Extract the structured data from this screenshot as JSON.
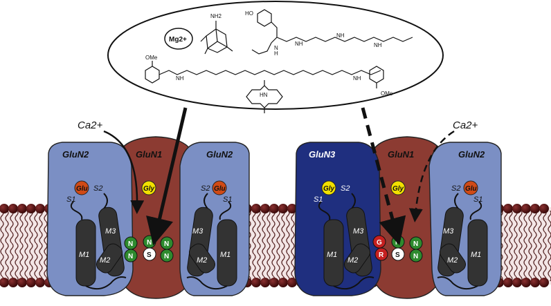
{
  "colors": {
    "glun2": "#7b8fc4",
    "glun1": "#8c3b32",
    "glun3": "#1f2f7f",
    "membrane": "#5c1a1a",
    "glu_ball": "#d04a16",
    "gly_ball": "#f2e000",
    "n_ball": "#2e8a2e",
    "s_ball": "#ffffff",
    "gr_ball": "#c62020",
    "helix": "#333333"
  },
  "ions": {
    "left": "Ca2+",
    "right": "Ca2+"
  },
  "blockers": {
    "mg_label": "Mg2+",
    "nh2_label": "NH2",
    "ho_label": "HO",
    "nh_labels": [
      "N",
      "H",
      "NH",
      "NH",
      "NH",
      "NH",
      "NH"
    ],
    "ome_left": "OMe",
    "ome_right": "OMe",
    "hn_label": "HN"
  },
  "left_receptor": {
    "subunits": [
      "GluN2",
      "GluN1",
      "GluN2"
    ],
    "ligands": {
      "glu_left": "Glu",
      "gly": "Gly",
      "glu_right": "Glu"
    },
    "segments": {
      "s1": "S1",
      "s2": "S2",
      "m1": "M1",
      "m2": "M2",
      "m3": "M3"
    },
    "pore_residues": [
      "N",
      "N",
      "N",
      "S",
      "N",
      "N"
    ]
  },
  "right_receptor": {
    "subunits": [
      "GluN3",
      "GluN1",
      "GluN2"
    ],
    "ligands": {
      "gly_left": "Gly",
      "gly_mid": "Gly",
      "glu_right": "Glu"
    },
    "segments": {
      "s1": "S1",
      "s2": "S2",
      "m1": "M1",
      "m2": "M2",
      "m3": "M3"
    },
    "pore_residues": [
      "G",
      "R",
      "N",
      "S",
      "N",
      "N"
    ]
  }
}
